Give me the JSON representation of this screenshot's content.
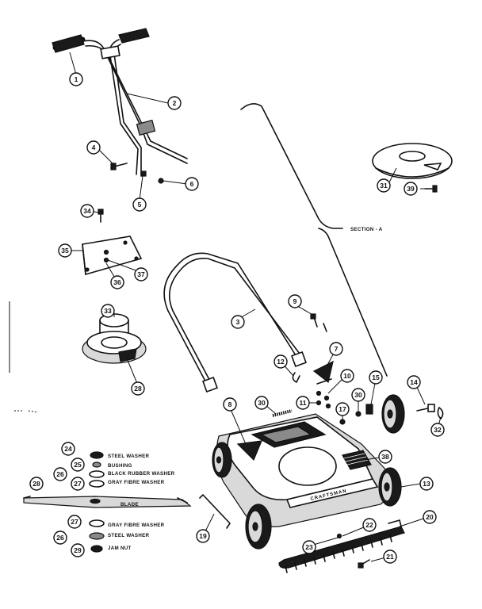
{
  "diagram": {
    "section_label": "SECTION - A",
    "brand_text": "CRAFTSMAN",
    "callouts": {
      "c1": "1",
      "c2": "2",
      "c3": "3",
      "c4": "4",
      "c5": "5",
      "c6": "6",
      "c7": "7",
      "c8": "8",
      "c9": "9",
      "c10": "10",
      "c11": "11",
      "c12": "12",
      "c13": "13",
      "c14": "14",
      "c15": "15",
      "c17": "17",
      "c19": "19",
      "c20": "20",
      "c21": "21",
      "c22": "22",
      "c23": "23",
      "c24": "24",
      "c25": "25",
      "c26": "26",
      "c27": "27",
      "c27b": "27",
      "c26b": "26",
      "c28": "28",
      "c29": "29",
      "c30": "30",
      "c30b": "30",
      "c31": "31",
      "c32": "32",
      "c33": "33",
      "c34": "34",
      "c35": "35",
      "c36": "36",
      "c37": "37",
      "c38": "38",
      "c39": "39",
      "c28b": "28"
    },
    "labels": {
      "steel_washer": "STEEL WASHER",
      "bushing": "BUSHING",
      "black_rubber_washer": "BLACK RUBBER WASHER",
      "gray_fibre_washer": "GRAY FIBRE WASHER",
      "blade": "BLADE",
      "gray_fibre_washer_2": "GRAY FIBRE WASHER",
      "steel_washer_2": "STEEL WASHER",
      "jam_nut": "JAM NUT"
    }
  }
}
